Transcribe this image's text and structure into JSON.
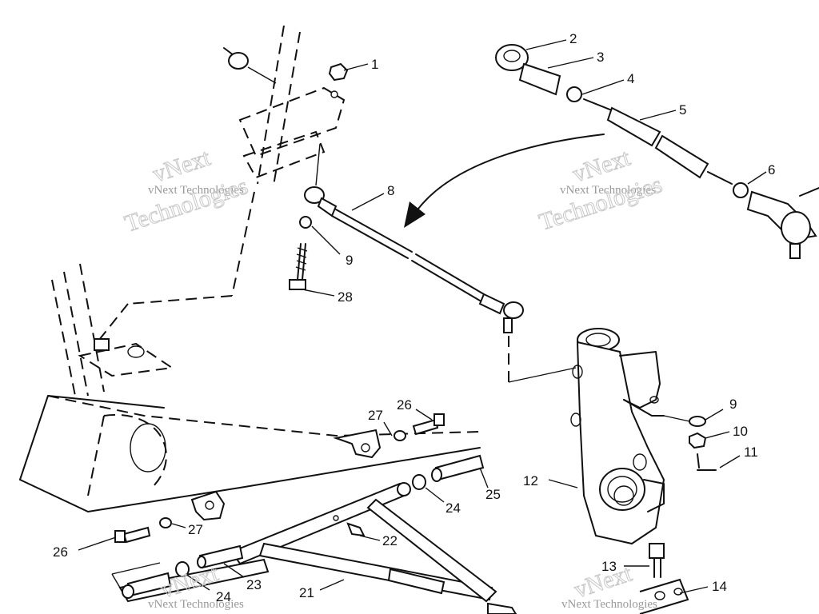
{
  "callouts": [
    {
      "id": "c1",
      "text": "1"
    },
    {
      "id": "c2",
      "text": "2"
    },
    {
      "id": "c3",
      "text": "3"
    },
    {
      "id": "c4",
      "text": "4"
    },
    {
      "id": "c5",
      "text": "5"
    },
    {
      "id": "c6",
      "text": "6"
    },
    {
      "id": "c8",
      "text": "8"
    },
    {
      "id": "c9a",
      "text": "9"
    },
    {
      "id": "c28",
      "text": "28"
    },
    {
      "id": "c9b",
      "text": "9"
    },
    {
      "id": "c10",
      "text": "10"
    },
    {
      "id": "c11",
      "text": "11"
    },
    {
      "id": "c12",
      "text": "12"
    },
    {
      "id": "c26a",
      "text": "26"
    },
    {
      "id": "c27a",
      "text": "27"
    },
    {
      "id": "c25",
      "text": "25"
    },
    {
      "id": "c24a",
      "text": "24"
    },
    {
      "id": "c22",
      "text": "22"
    },
    {
      "id": "c27b",
      "text": "27"
    },
    {
      "id": "c26b",
      "text": "26"
    },
    {
      "id": "c23",
      "text": "23"
    },
    {
      "id": "c21",
      "text": "21"
    },
    {
      "id": "c24b",
      "text": "24"
    },
    {
      "id": "c13",
      "text": "13"
    },
    {
      "id": "c14",
      "text": "14"
    }
  ],
  "watermarks": {
    "line1": "vNext Technologies",
    "line2": "vNext",
    "line3": "Technologies"
  },
  "colors": {
    "ink": "#111111",
    "watermark": "#9a9a9a",
    "background": "#ffffff"
  }
}
